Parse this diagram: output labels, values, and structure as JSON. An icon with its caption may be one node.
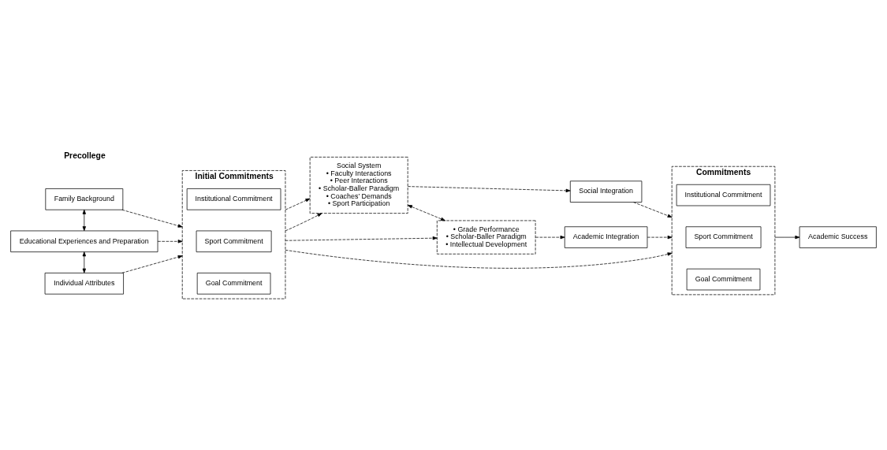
{
  "diagram": {
    "nodes": [
      {
        "text": [
          "Family Background"
        ]
      },
      {
        "text": [
          "Educational Experiences and Preparation"
        ]
      },
      {
        "text": [
          "Individual Attributes"
        ]
      },
      {
        "text": [
          "Initial Commitments"
        ]
      },
      {
        "text": [
          "Goal Commitment"
        ],
        "in": 3
      },
      {
        "text": [
          "Sport Commitment"
        ],
        "in": 3
      },
      {
        "text": [
          "Institutional Commitment"
        ],
        "in": 3
      },
      {
        "text": [
          "Social System",
          "• Faculty Interactions",
          "• Peer Interactions",
          "• Scholar-Baller Paradigm",
          "• Coaches’ Demands",
          "• Sport Participation"
        ]
      },
      {
        "text": [
          "Social Integration"
        ]
      },
      {
        "text": [
          "• Grade Performance",
          "• Scholar-Baller Paradigm",
          "• Intellectual Development"
        ]
      },
      {
        "text": [
          "Academic Integration"
        ]
      },
      {
        "text": [
          "Commitments"
        ]
      },
      {
        "text": [
          "Goal Commitment"
        ],
        "in": 11
      },
      {
        "text": [
          "Sport Commitment"
        ],
        "in": 11
      },
      {
        "text": [
          "Institutional Commitment"
        ],
        "in": 11
      },
      {
        "text": [
          "Academic Success"
        ]
      }
    ],
    "edges": [
      {
        "from": 0,
        "to": 1,
        "arrow": "both"
      },
      {
        "from": 1,
        "to": 2,
        "arrow": "both"
      },
      {
        "from": 0,
        "to": 3,
        "arrow": "to",
        "style": "dashed"
      },
      {
        "from": 1,
        "to": 3,
        "arrow": "to",
        "style": "dashed"
      },
      {
        "from": 2,
        "to": 3,
        "arrow": "to",
        "style": "dashed"
      },
      {
        "from": 3,
        "to": 7,
        "arrow": "to",
        "style": "dashed"
      },
      {
        "from": 3,
        "to": 7,
        "arrow": "to",
        "style": "dashed"
      },
      {
        "from": 3,
        "to": 11,
        "arrow": "to",
        "style": "dashed"
      },
      {
        "from": 3,
        "to": 9,
        "arrow": "to",
        "style": "dashed"
      },
      {
        "from": 7,
        "to": 9,
        "arrow": "both",
        "style": "dashed"
      },
      {
        "from": 7,
        "to": 8,
        "arrow": "to",
        "style": "dashed"
      },
      {
        "from": 8,
        "to": 11,
        "arrow": "to",
        "style": "dashed"
      },
      {
        "from": 9,
        "to": 10,
        "arrow": "to",
        "style": "dashed"
      },
      {
        "from": 10,
        "to": 11,
        "arrow": "to",
        "style": "dashed"
      },
      {
        "from": 11,
        "to": 15,
        "arrow": "to"
      }
    ],
    "labels": [
      "Precollege"
    ]
  }
}
